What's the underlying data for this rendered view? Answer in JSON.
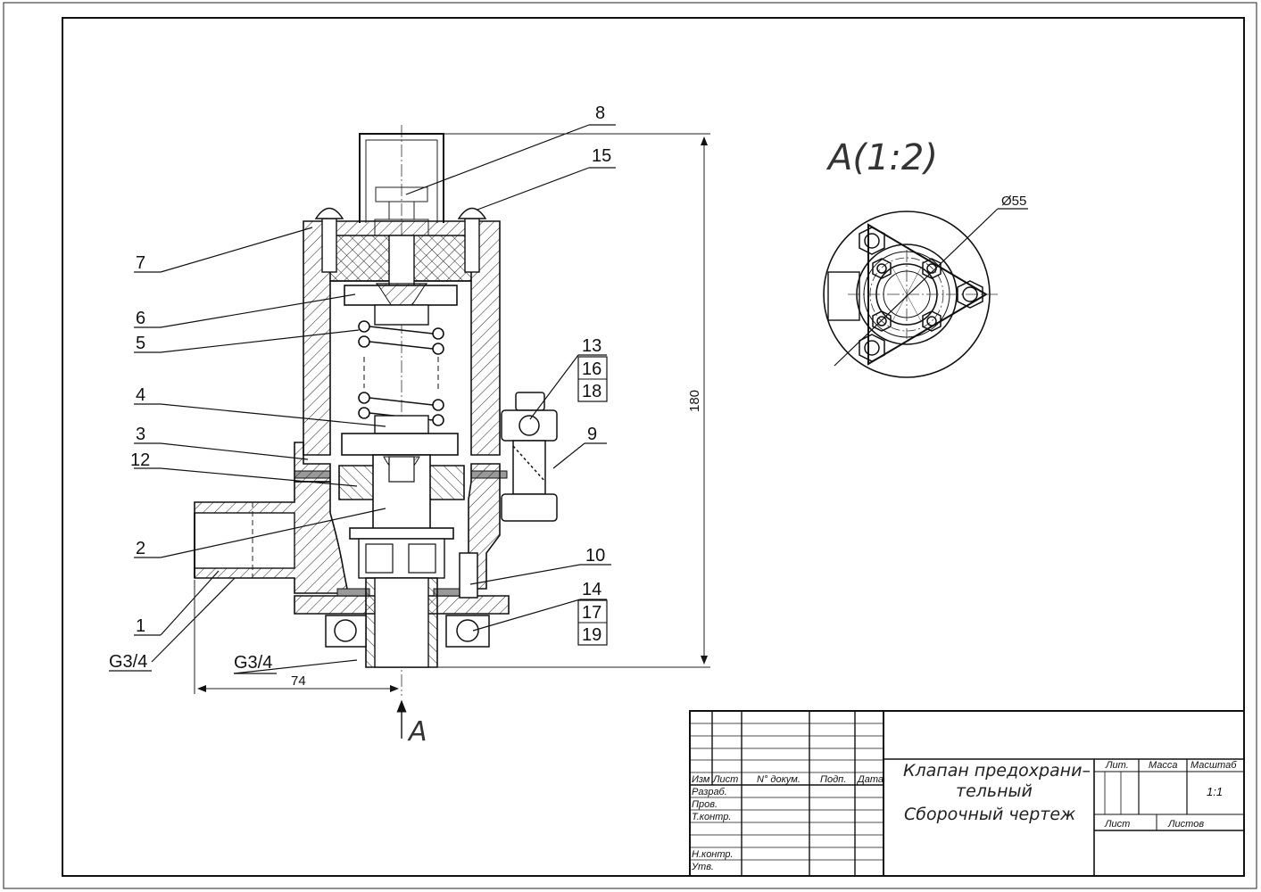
{
  "drawing": {
    "callouts": [
      "1",
      "2",
      "3",
      "4",
      "5",
      "6",
      "7",
      "8",
      "9",
      "10",
      "12",
      "13",
      "14",
      "15"
    ],
    "callout_groups": {
      "upper": [
        "16",
        "18"
      ],
      "lower": [
        "17",
        "19"
      ]
    },
    "thread_left": "G3/4",
    "thread_bottom": "G3/4",
    "dim_width": "74",
    "dim_height": "180",
    "diameter": "Ø55",
    "view_arrow_label": "A",
    "view_title": "A(1:2)"
  },
  "title_block": {
    "headers": {
      "izm": "Изм",
      "list": "Лист",
      "dokum": "N° докум.",
      "podp": "Подп.",
      "data": "Дата"
    },
    "roles": [
      "Разраб.",
      "Пров.",
      "Т.контр.",
      "",
      "Н.контр.",
      "Утв."
    ],
    "title_lines": [
      "Клапан предохрани–",
      "тельный",
      "Сборочный чертеж"
    ],
    "lit": "Лит.",
    "massa": "Масса",
    "masshtab": "Масштаб",
    "scale": "1:1",
    "sheet": "Лист",
    "sheets": "Листов"
  }
}
